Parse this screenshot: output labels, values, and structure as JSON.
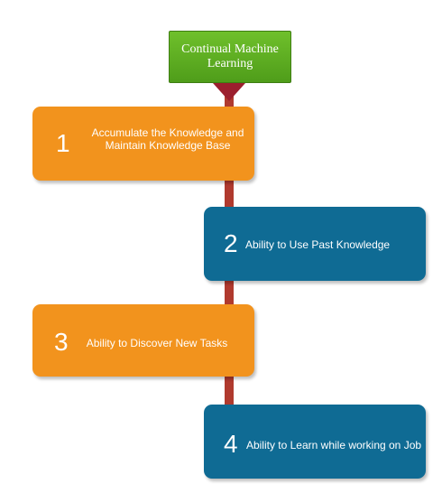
{
  "title": "Continual Machine Learning",
  "steps": [
    {
      "number": "1",
      "text": "Accumulate the Knowledge and Maintain Knowledge Base"
    },
    {
      "number": "2",
      "text": "Ability to Use Past Knowledge"
    },
    {
      "number": "3",
      "text": "Ability to Discover New Tasks"
    },
    {
      "number": "4",
      "text": "Ability to Learn while working on Job"
    }
  ],
  "colors": {
    "title_box": "#5aa820",
    "orange": "#f2931d",
    "blue": "#0f6b94",
    "connector": "#b03a2e"
  }
}
